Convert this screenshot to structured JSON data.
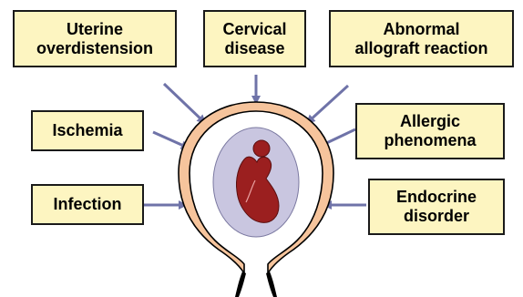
{
  "diagram": {
    "causes": {
      "uterine_overdistension": "Uterine\noverdistension",
      "cervical_disease": "Cervical\ndisease",
      "abnormal_allograft_reaction": "Abnormal\nallograft reaction",
      "ischemia": "Ischemia",
      "allergic_phenomena": "Allergic\nphenomena",
      "infection": "Infection",
      "endocrine_disorder": "Endocrine\ndisorder"
    },
    "colors": {
      "box_fill": "#fdf5c1",
      "box_border": "#1a1a1a",
      "arrow": "#6f73a8",
      "uterine_wall": "#f6c49c",
      "amniotic_sac": "#c9c6e0",
      "fetus": "#9b1f1f"
    }
  }
}
